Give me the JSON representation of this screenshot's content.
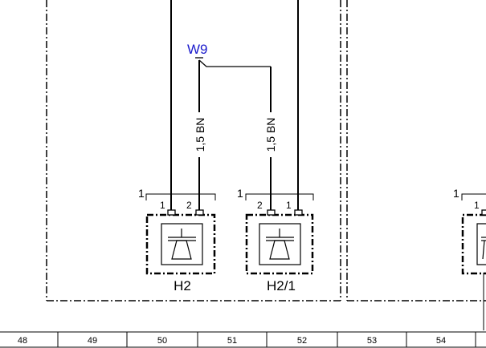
{
  "ground_point": {
    "label": "W9",
    "color": "#1a1acc"
  },
  "wires": [
    {
      "label": "1,5 BN"
    },
    {
      "label": "1,5 BN"
    }
  ],
  "components": [
    {
      "label": "H2",
      "connector_number": "1",
      "pins": [
        "1",
        "2"
      ]
    },
    {
      "label": "H2/1",
      "connector_number": "1",
      "pins": [
        "2",
        "1"
      ]
    },
    {
      "connector_number": "1",
      "pins": [
        "1"
      ],
      "note": "partially visible at right edge"
    }
  ],
  "grid_columns": [
    "48",
    "49",
    "50",
    "51",
    "52",
    "53",
    "54"
  ]
}
